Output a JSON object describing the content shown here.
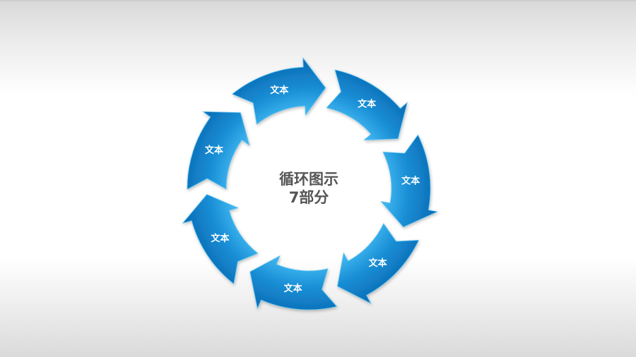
{
  "diagram": {
    "center_title_line1": "循环图示",
    "center_title_line2": "7部分",
    "segments": [
      {
        "label": "文本"
      },
      {
        "label": "文本"
      },
      {
        "label": "文本"
      },
      {
        "label": "文本"
      },
      {
        "label": "文本"
      },
      {
        "label": "文本"
      },
      {
        "label": "文本"
      }
    ],
    "colors": {
      "arrow_dark": "#0b6db6",
      "arrow_mid": "#1a8fd6",
      "arrow_light": "#3cb3ee",
      "center_text": "#555555",
      "label_text": "#ffffff"
    }
  }
}
